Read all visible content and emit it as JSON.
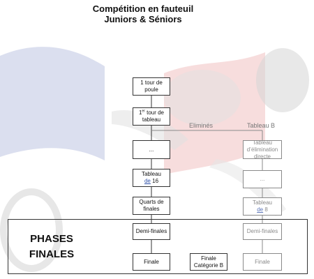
{
  "title": {
    "line1": "Compétition en fauteuil",
    "line2": "Juniors & Séniors"
  },
  "branches": {
    "eliminated": "Eliminés",
    "tableau_b": "Tableau B"
  },
  "main_path": {
    "poule_a": "1 tour de",
    "poule_b": "poule",
    "tour1_num": "1",
    "tour1_sup": "er",
    "tour1_a": " tour de",
    "tour1_b": "tableau",
    "ellipsis": "...",
    "tableau16_a": "Tableau",
    "tableau16_link": "de",
    "tableau16_num": " 16",
    "quarts_a": "Quarts de",
    "quarts_b": "finales",
    "demi": "Demi-finales",
    "finale": "Finale"
  },
  "b_path": {
    "elim_a": "Tableau",
    "elim_b": "d’élimination",
    "elim_c": "directe",
    "ellipsis": "...",
    "tableau8_a": "Tableau",
    "tableau8_link": "de",
    "tableau8_num": " 8",
    "demi": "Demi-finales",
    "finale": "Finale"
  },
  "finale_b": {
    "line1": "Finale",
    "line2": "Catégorie B"
  },
  "phases_finales": {
    "line1": "PHASES",
    "line2": "FINALES"
  },
  "colors": {
    "flag_blue": "#c9cfe6",
    "flag_red": "#f3cccc",
    "link_blue": "#2c4fa8",
    "grey_text": "#8a8a8a"
  }
}
